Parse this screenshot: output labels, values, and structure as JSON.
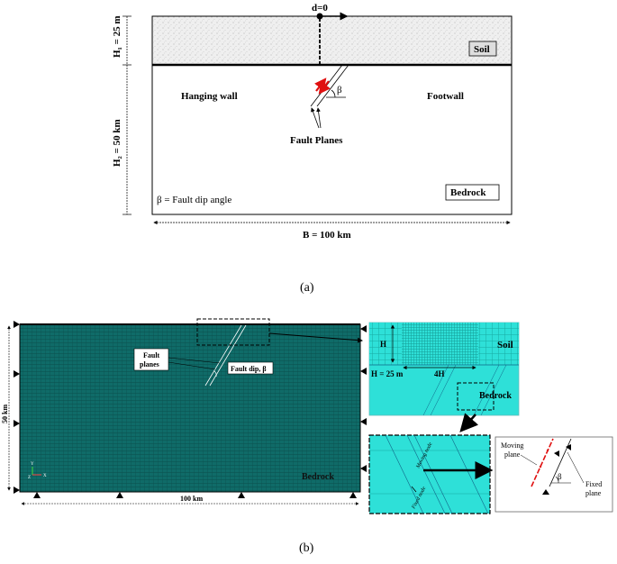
{
  "panel_a": {
    "caption": "(a)",
    "d_label": "d=0",
    "h1_label": "H₁ = 25 m",
    "h2_label": "H₂ = 50 km",
    "soil_label": "Soil",
    "hanging_wall_label": "Hanging wall",
    "footwall_label": "Footwall",
    "beta_symbol": "β",
    "fault_planes_label": "Fault Planes",
    "beta_definition": "β = Fault dip angle",
    "bedrock_label": "Bedrock",
    "width_label": "B = 100 km"
  },
  "panel_b": {
    "caption": "(b)",
    "fault_planes_label_line1": "Fault",
    "fault_planes_label_line2": "planes",
    "fault_dip_label": "Fault dip, β",
    "height_label": "50 km",
    "width_label": "100 km",
    "bedrock_label": "Bedrock",
    "axis_y": "Y",
    "axis_x": "X",
    "axis_z": "Z",
    "inset_h_label": "H",
    "inset_h25_label": "H = 25 m",
    "inset_4h_label": "4H",
    "inset_soil_label": "Soil",
    "inset_bedrock_label": "Bedrock",
    "zoom_moving_node": "Moving node",
    "zoom_fixed_node": "Fixed node",
    "moving_plane_label_line1": "Moving",
    "moving_plane_label_line2": "plane",
    "fixed_plane_label_line1": "Fixed",
    "fixed_plane_label_line2": "plane",
    "beta_symbol": "β"
  },
  "colors": {
    "soil_fill": "#eeeeee",
    "mesh_fill": "#0f6b68",
    "inset_fill": "#2ee0d8",
    "slip_arrow": "#e01010",
    "moving_plane": "#e01010"
  },
  "icons": {
    "boundary_support": "triangle-support-icon",
    "zoom_arrow": "arrow-icon"
  }
}
